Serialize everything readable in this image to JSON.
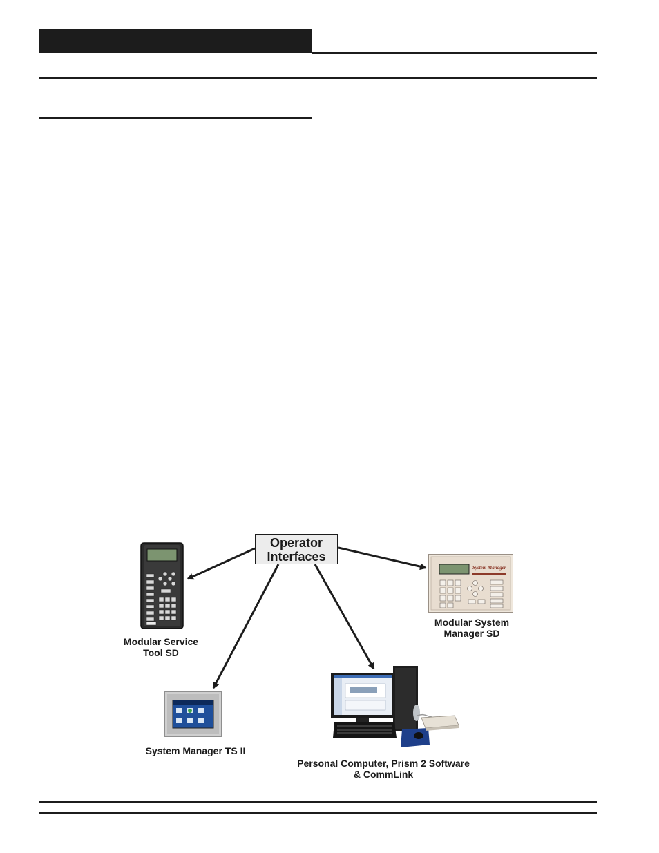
{
  "figure": {
    "center_label_line1": "Operator",
    "center_label_line2": "Interfaces",
    "devices": {
      "service_tool": {
        "caption_line1": "Modular Service",
        "caption_line2": "Tool SD"
      },
      "system_manager_sd": {
        "caption_line1": "Modular System",
        "caption_line2": "Manager SD",
        "brand_text": "System Manager"
      },
      "ts2": {
        "caption": "System Manager TS II"
      },
      "pc": {
        "caption_line1": "Personal Computer, Prism 2 Software",
        "caption_line2": "& CommLink"
      }
    }
  },
  "colors": {
    "ink": "#1c1c1c",
    "lcd_green": "#7c9470",
    "panel_beige": "#e8ddd0",
    "screen_blue": "#1f4f9a"
  }
}
